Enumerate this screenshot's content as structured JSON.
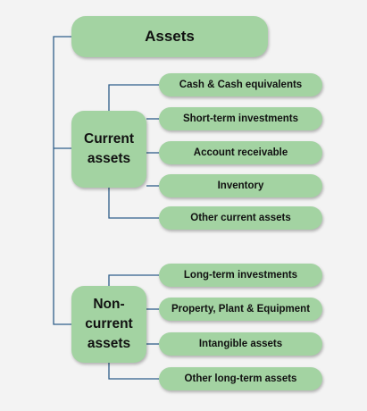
{
  "diagram": {
    "root": "Assets",
    "categories": [
      {
        "label": "Current assets",
        "items": [
          "Cash & Cash equivalents",
          "Short-term investments",
          "Account receivable",
          "Inventory",
          "Other current assets"
        ]
      },
      {
        "label": "Non-current assets",
        "items": [
          "Long-term investments",
          "Property, Plant & Equipment",
          "Intangible assets",
          "Other long-term assets"
        ]
      }
    ]
  },
  "colors": {
    "node_fill": "#a3d3a2",
    "connector": "#2f5f8a",
    "background": "#f3f3f3"
  }
}
